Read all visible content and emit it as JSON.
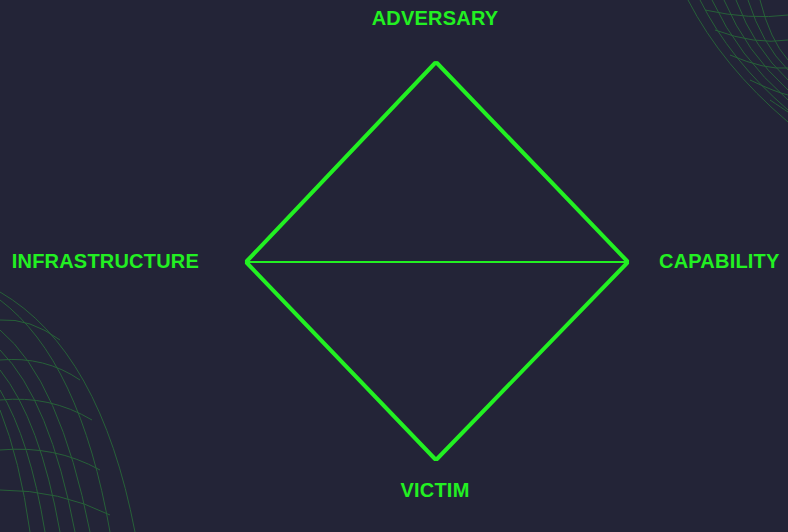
{
  "diagram": {
    "nodes": [
      {
        "text": [
          "ADVERSARY"
        ]
      },
      {
        "text": [
          "INFRASTRUCTURE"
        ]
      },
      {
        "text": [
          "CAPABILITY"
        ]
      },
      {
        "text": [
          "VICTIM"
        ]
      }
    ],
    "edges": [
      {
        "from": 0,
        "to": 1,
        "arrow": "none"
      },
      {
        "from": 0,
        "to": 2,
        "arrow": "none"
      },
      {
        "from": 1,
        "to": 3,
        "arrow": "none"
      },
      {
        "from": 2,
        "to": 3,
        "arrow": "none"
      },
      {
        "from": 1,
        "to": 2,
        "arrow": "none"
      }
    ]
  }
}
